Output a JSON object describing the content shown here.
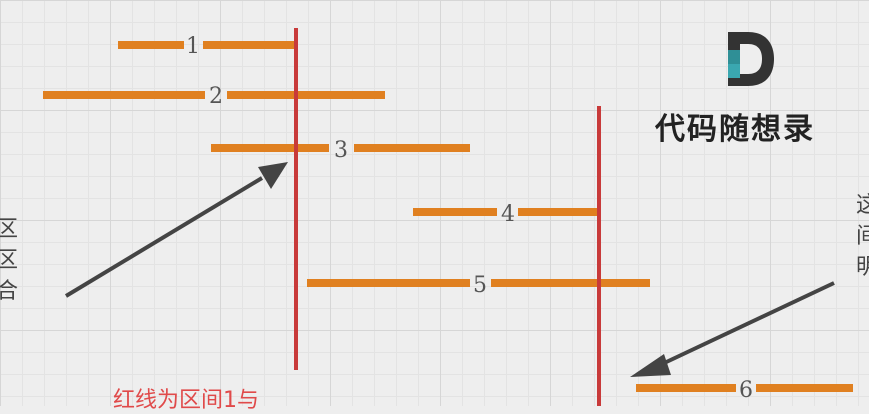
{
  "intervals": [
    {
      "label": "1"
    },
    {
      "label": "2"
    },
    {
      "label": "3"
    },
    {
      "label": "4"
    },
    {
      "label": "5"
    },
    {
      "label": "6"
    }
  ],
  "left_note_fragment": "区\n区\n合",
  "right_note_fragment": "这\n间\n明",
  "bottom_caption": "红线为区间1与",
  "logo": {
    "letter": "D",
    "text": "代码随想录"
  },
  "colors": {
    "interval": "#e08020",
    "red_line": "#c83a3a",
    "arrow": "#444444",
    "caption": "#e04a4a"
  }
}
